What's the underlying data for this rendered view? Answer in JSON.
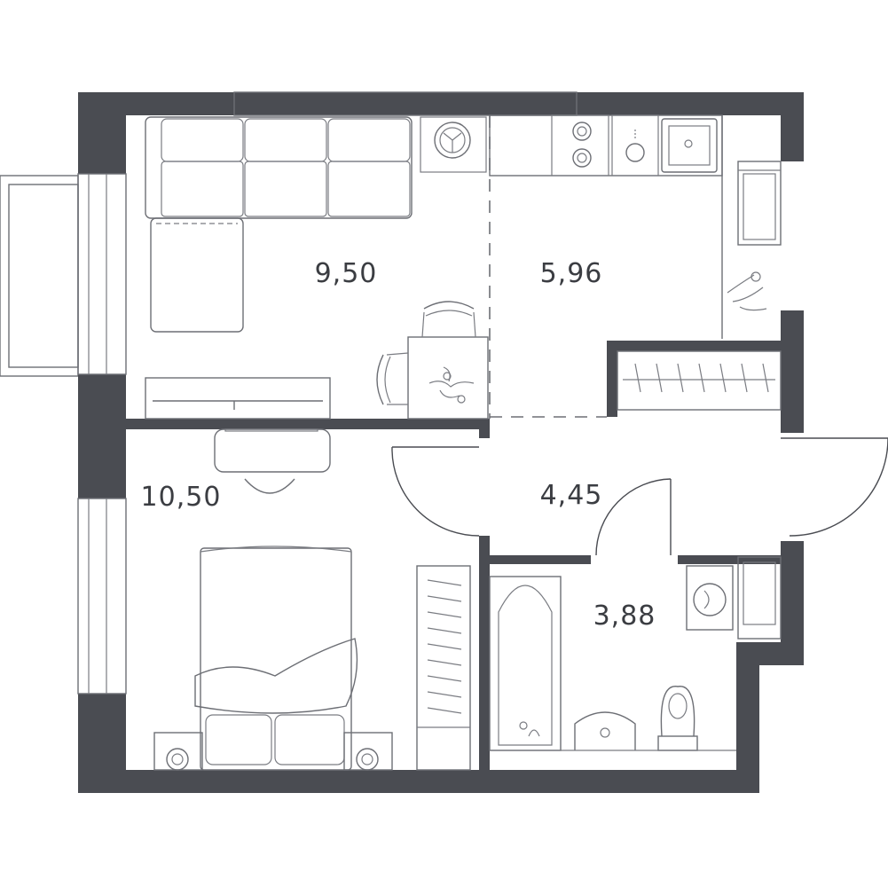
{
  "plan": {
    "rooms": [
      {
        "id": "living-room",
        "area": "9,50"
      },
      {
        "id": "kitchen",
        "area": "5,96"
      },
      {
        "id": "bedroom",
        "area": "10,50"
      },
      {
        "id": "hallway",
        "area": "4,45"
      },
      {
        "id": "bathroom",
        "area": "3,88"
      }
    ],
    "colors": {
      "wall": "#4a4c52",
      "line": "#6d6f75",
      "background": "#ffffff"
    },
    "icons": [
      "sofa-icon",
      "floor-lamp-icon",
      "tv-console-icon",
      "dining-table-icon",
      "chair-icon",
      "flower-vase-icon",
      "stove-icon",
      "dishwasher-icon",
      "sink-icon",
      "fridge-icon",
      "wardrobe-icon",
      "desk-icon",
      "bed-icon",
      "nightstand-icon",
      "bathtub-icon",
      "washbasin-icon",
      "toilet-icon",
      "washing-machine-icon",
      "balcony-icon",
      "window-icon",
      "door-icon"
    ]
  }
}
